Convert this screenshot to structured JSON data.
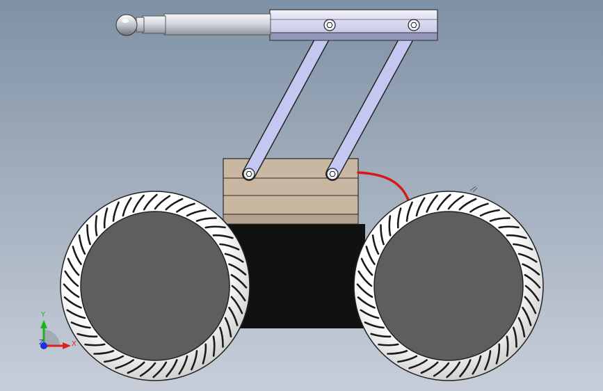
{
  "viewport": {
    "background_top": "#7f91a5",
    "background_bottom": "#c7ced9"
  },
  "triad": {
    "x_label": "X",
    "y_label": "Y",
    "z_label": "Z",
    "x_color": "#e02020",
    "y_color": "#20b020",
    "z_color": "#2030e0"
  },
  "model": {
    "chassis_color": "#111111",
    "battery_box_color": "#c9b7a2",
    "tire_color": "#f2f2f2",
    "hub_color": "#5e5e5e",
    "link_color": "#c4c8f0",
    "cable_color": "#d81818",
    "arm_color": "#c8cdd8"
  }
}
